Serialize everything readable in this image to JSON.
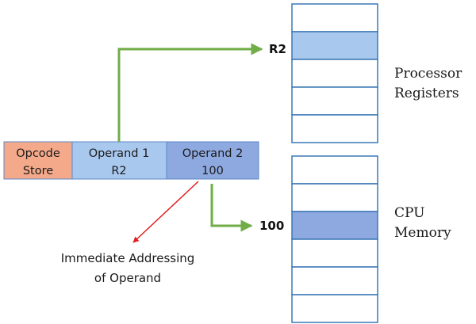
{
  "instruction": {
    "opcode": {
      "line1": "Opcode",
      "line2": "Store"
    },
    "operand1": {
      "line1": "Operand 1",
      "line2": "R2"
    },
    "operand2": {
      "line1": "Operand 2",
      "line2": "100"
    }
  },
  "registers": {
    "cells": [
      {
        "highlighted": false
      },
      {
        "highlighted": true
      },
      {
        "highlighted": false
      },
      {
        "highlighted": false
      },
      {
        "highlighted": false
      }
    ],
    "pointer_label": "R2",
    "side_label_line1": "Processor",
    "side_label_line2": "Registers"
  },
  "memory": {
    "cells": [
      {
        "highlighted": false
      },
      {
        "highlighted": false
      },
      {
        "highlighted": true
      },
      {
        "highlighted": false
      },
      {
        "highlighted": false
      },
      {
        "highlighted": false
      }
    ],
    "pointer_label": "100",
    "side_label_line1": "CPU",
    "side_label_line2": "Memory"
  },
  "annotation": {
    "line1": "Immediate Addressing",
    "line2": "of Operand"
  },
  "colors": {
    "opcode_fill": "#f4a98a",
    "operand1_fill": "#a9c8ee",
    "operand2_fill": "#8ea8e0",
    "cell_border": "#3b78b5",
    "register_highlight": "#a9c8ee",
    "memory_highlight": "#8ea8e0",
    "green_arrow": "#70ad47",
    "red_arrow": "#e02020"
  }
}
